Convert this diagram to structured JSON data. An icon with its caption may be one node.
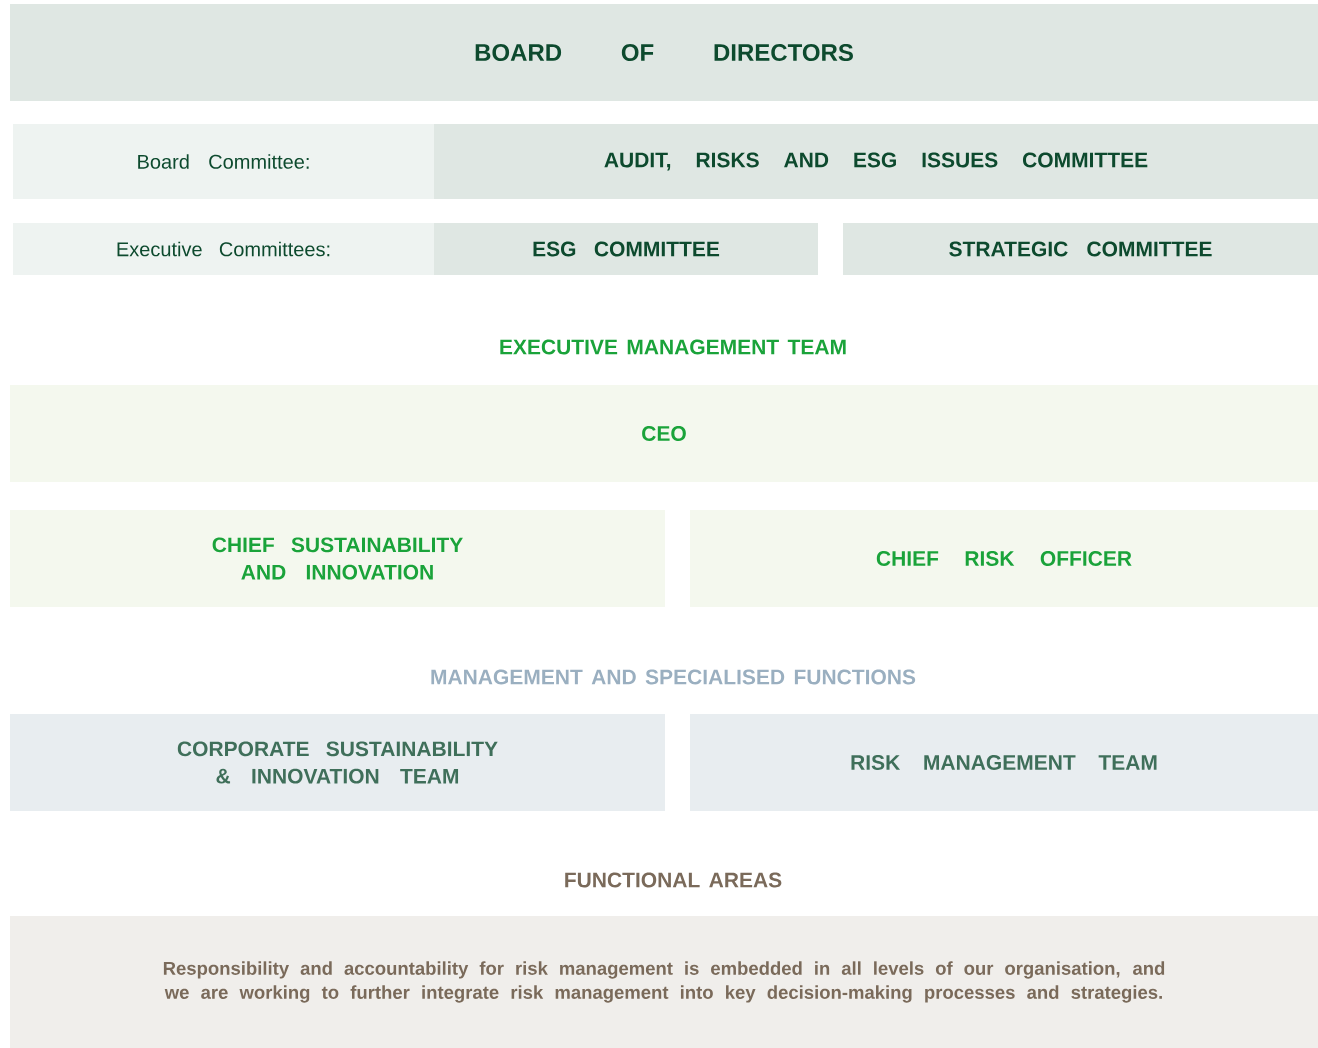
{
  "diagram": {
    "nodes": [
      {
        "text": [
          "BOARD OF DIRECTORS"
        ]
      },
      {
        "text": [
          "Board Committee:"
        ]
      },
      {
        "text": [
          "AUDIT, RISKS AND ESG ISSUES COMMITTEE"
        ]
      },
      {
        "text": [
          "Executive Committees:"
        ]
      },
      {
        "text": [
          "ESG COMMITTEE"
        ]
      },
      {
        "text": [
          "STRATEGIC COMMITTEE"
        ]
      },
      {
        "text": [
          "CEO"
        ]
      },
      {
        "text": [
          "CHIEF SUSTAINABILITY AND INNOVATION"
        ]
      },
      {
        "text": [
          "CHIEF RISK OFFICER"
        ]
      },
      {
        "text": [
          "CORPORATE SUSTAINABILITY & INNOVATION TEAM"
        ]
      },
      {
        "text": [
          "RISK MANAGEMENT TEAM"
        ]
      },
      {
        "text": [
          "Responsibility and accountability for risk management is embedded in all levels of our organisation, and we are working to further integrate risk management into key decision-making processes and strategies."
        ]
      }
    ],
    "labels": [
      "EXECUTIVE MANAGEMENT TEAM",
      "MANAGEMENT AND SPECIALISED FUNCTIONS",
      "FUNCTIONAL AREAS"
    ]
  }
}
